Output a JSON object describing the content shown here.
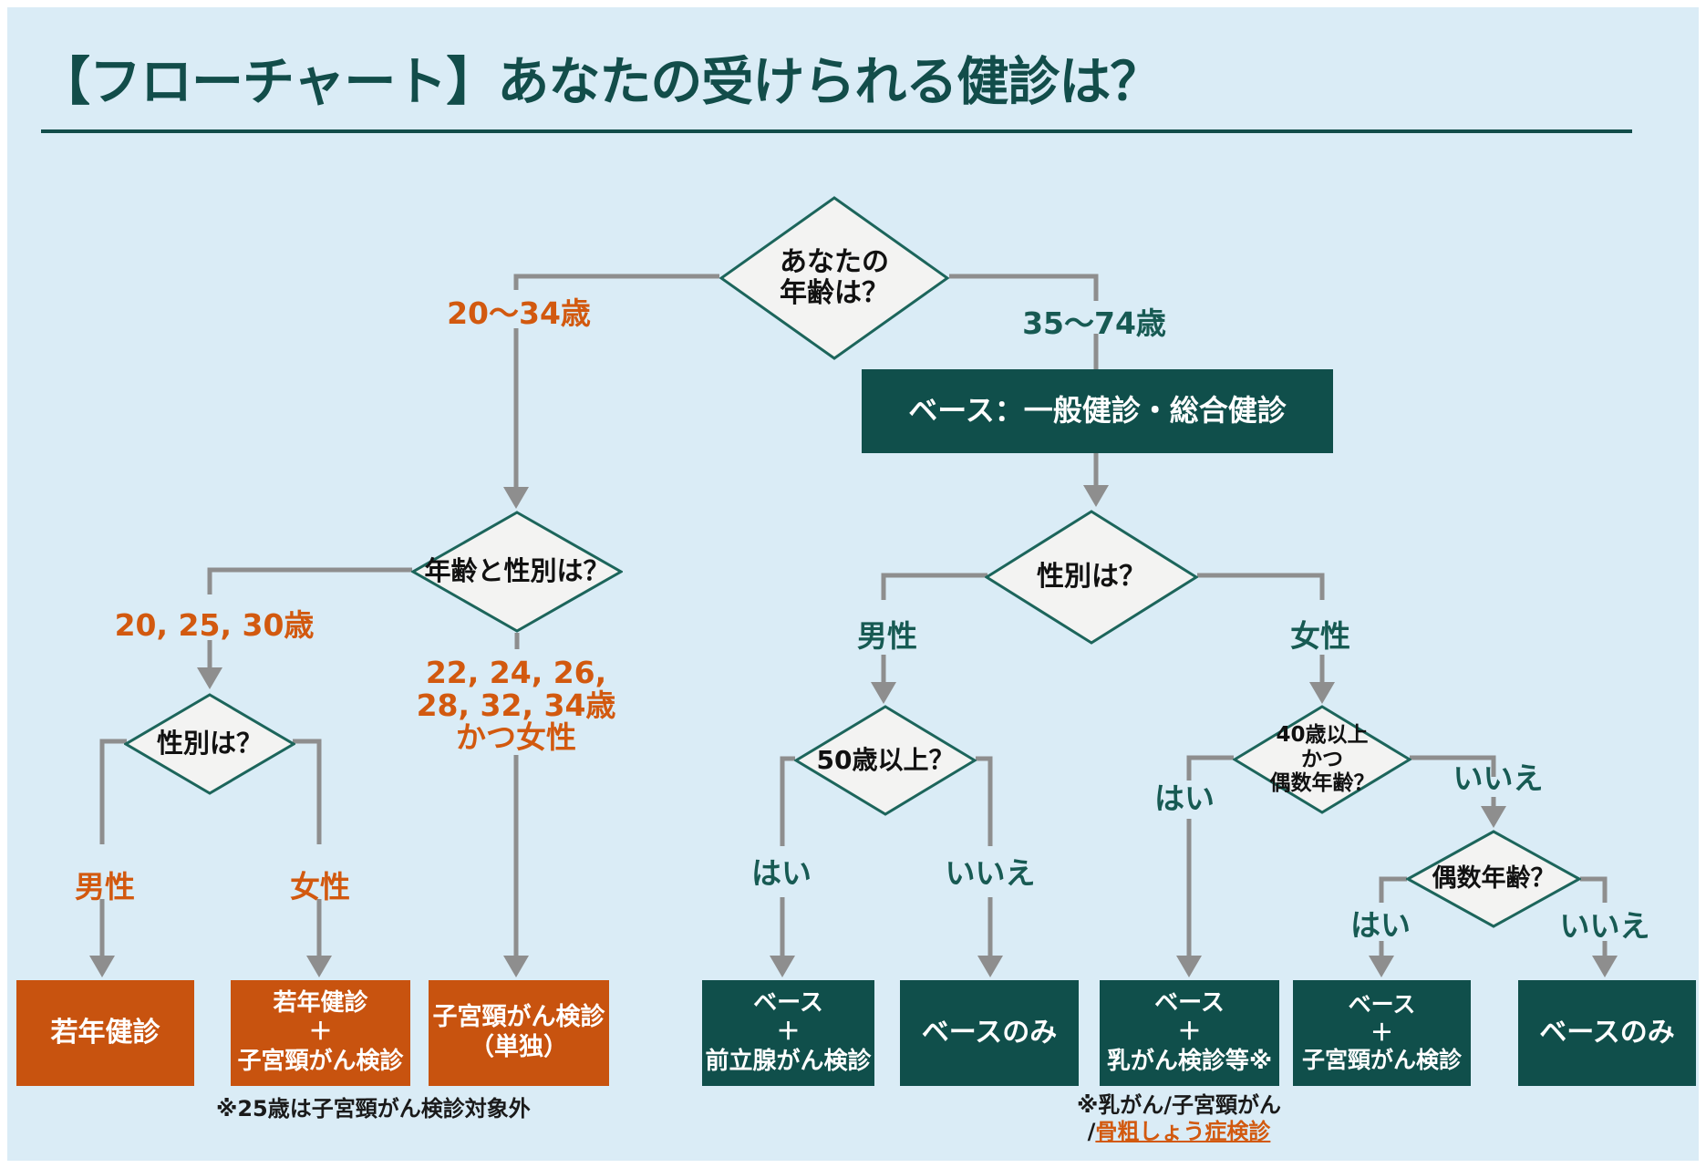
{
  "title": "【フローチャート】あなたの受けられる健診は？",
  "colors": {
    "background": "#daecf6",
    "teal_box": "#104f4b",
    "teal_border": "#1c655b",
    "orange_box": "#c8530f",
    "orange_text": "#d2590f",
    "arrow_gray": "#8e8e8e"
  },
  "nodes": {
    "q_age": "あなたの\n年齢は？",
    "base_box": "ベース：一般健診・総合健診",
    "q_age_gender": "年齢と性別は？",
    "q_gender_left": "性別は？",
    "q_gender_right": "性別は？",
    "q_over50": "50歳以上？",
    "q_40_even": "40歳以上\nかつ\n偶数年齢？",
    "q_even": "偶数年齢？"
  },
  "labels": {
    "age_20_34": "20〜34歳",
    "age_35_74": "35〜74歳",
    "age_20_25_30": "20, 25, 30歳",
    "age_even_women": "22, 24, 26,\n28, 32, 34歳\nかつ女性",
    "male_left": "男性",
    "female_left": "女性",
    "male_right": "男性",
    "female_right": "女性",
    "yes_50": "はい",
    "no_50": "いいえ",
    "yes_40": "はい",
    "no_40": "いいえ",
    "yes_even": "はい",
    "no_even": "いいえ"
  },
  "results": {
    "young": "若年健診",
    "young_cervical": "若年健診\n＋\n子宮頸がん検診",
    "cervical_only": "子宮頸がん検診\n（単独）",
    "base_prostate": "ベース\n＋\n前立腺がん検診",
    "base_only_male": "ベースのみ",
    "base_breast": "ベース\n＋\n乳がん検診等※",
    "base_cervical": "ベース\n＋\n子宮頸がん検診",
    "base_only_female": "ベースのみ"
  },
  "notes": {
    "note_25": "※25歳は子宮頸がん検診対象外",
    "note_breast_line1": "※乳がん/子宮頸がん",
    "note_breast_slash": "/",
    "note_breast_link": "骨粗しょう症検診"
  }
}
